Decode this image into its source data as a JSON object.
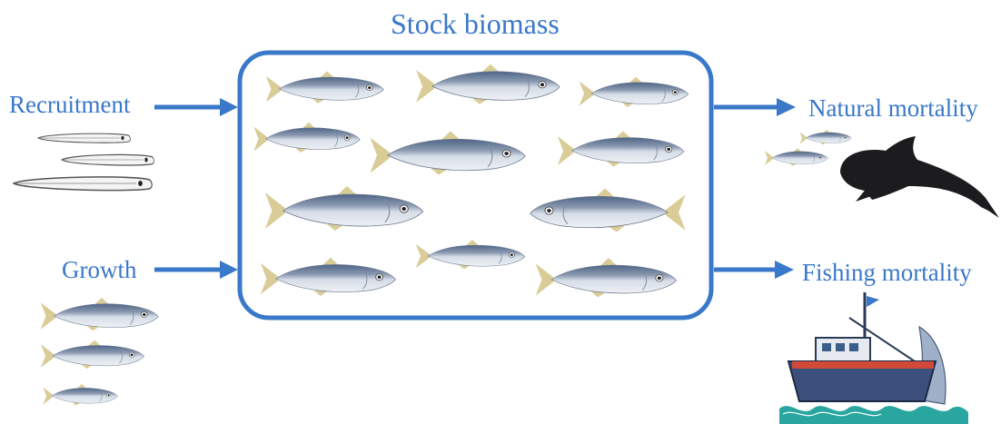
{
  "diagram": {
    "title": "Stock biomass",
    "inputs": [
      {
        "label": "Recruitment",
        "icon": "larva-fish-icon"
      },
      {
        "label": "Growth",
        "icon": "juvenile-fish-icon"
      }
    ],
    "outputs": [
      {
        "label": "Natural mortality",
        "icon": "pilot-whale-icon"
      },
      {
        "label": "Fishing mortality",
        "icon": "fishing-boat-icon"
      }
    ]
  },
  "colors": {
    "accent": "#3a78c9",
    "fish_body": "#b7c3d3",
    "fish_back": "#55698a",
    "fin": "#d8cb98",
    "whale": "#1c1c1f",
    "sea": "#2aa6a0"
  }
}
